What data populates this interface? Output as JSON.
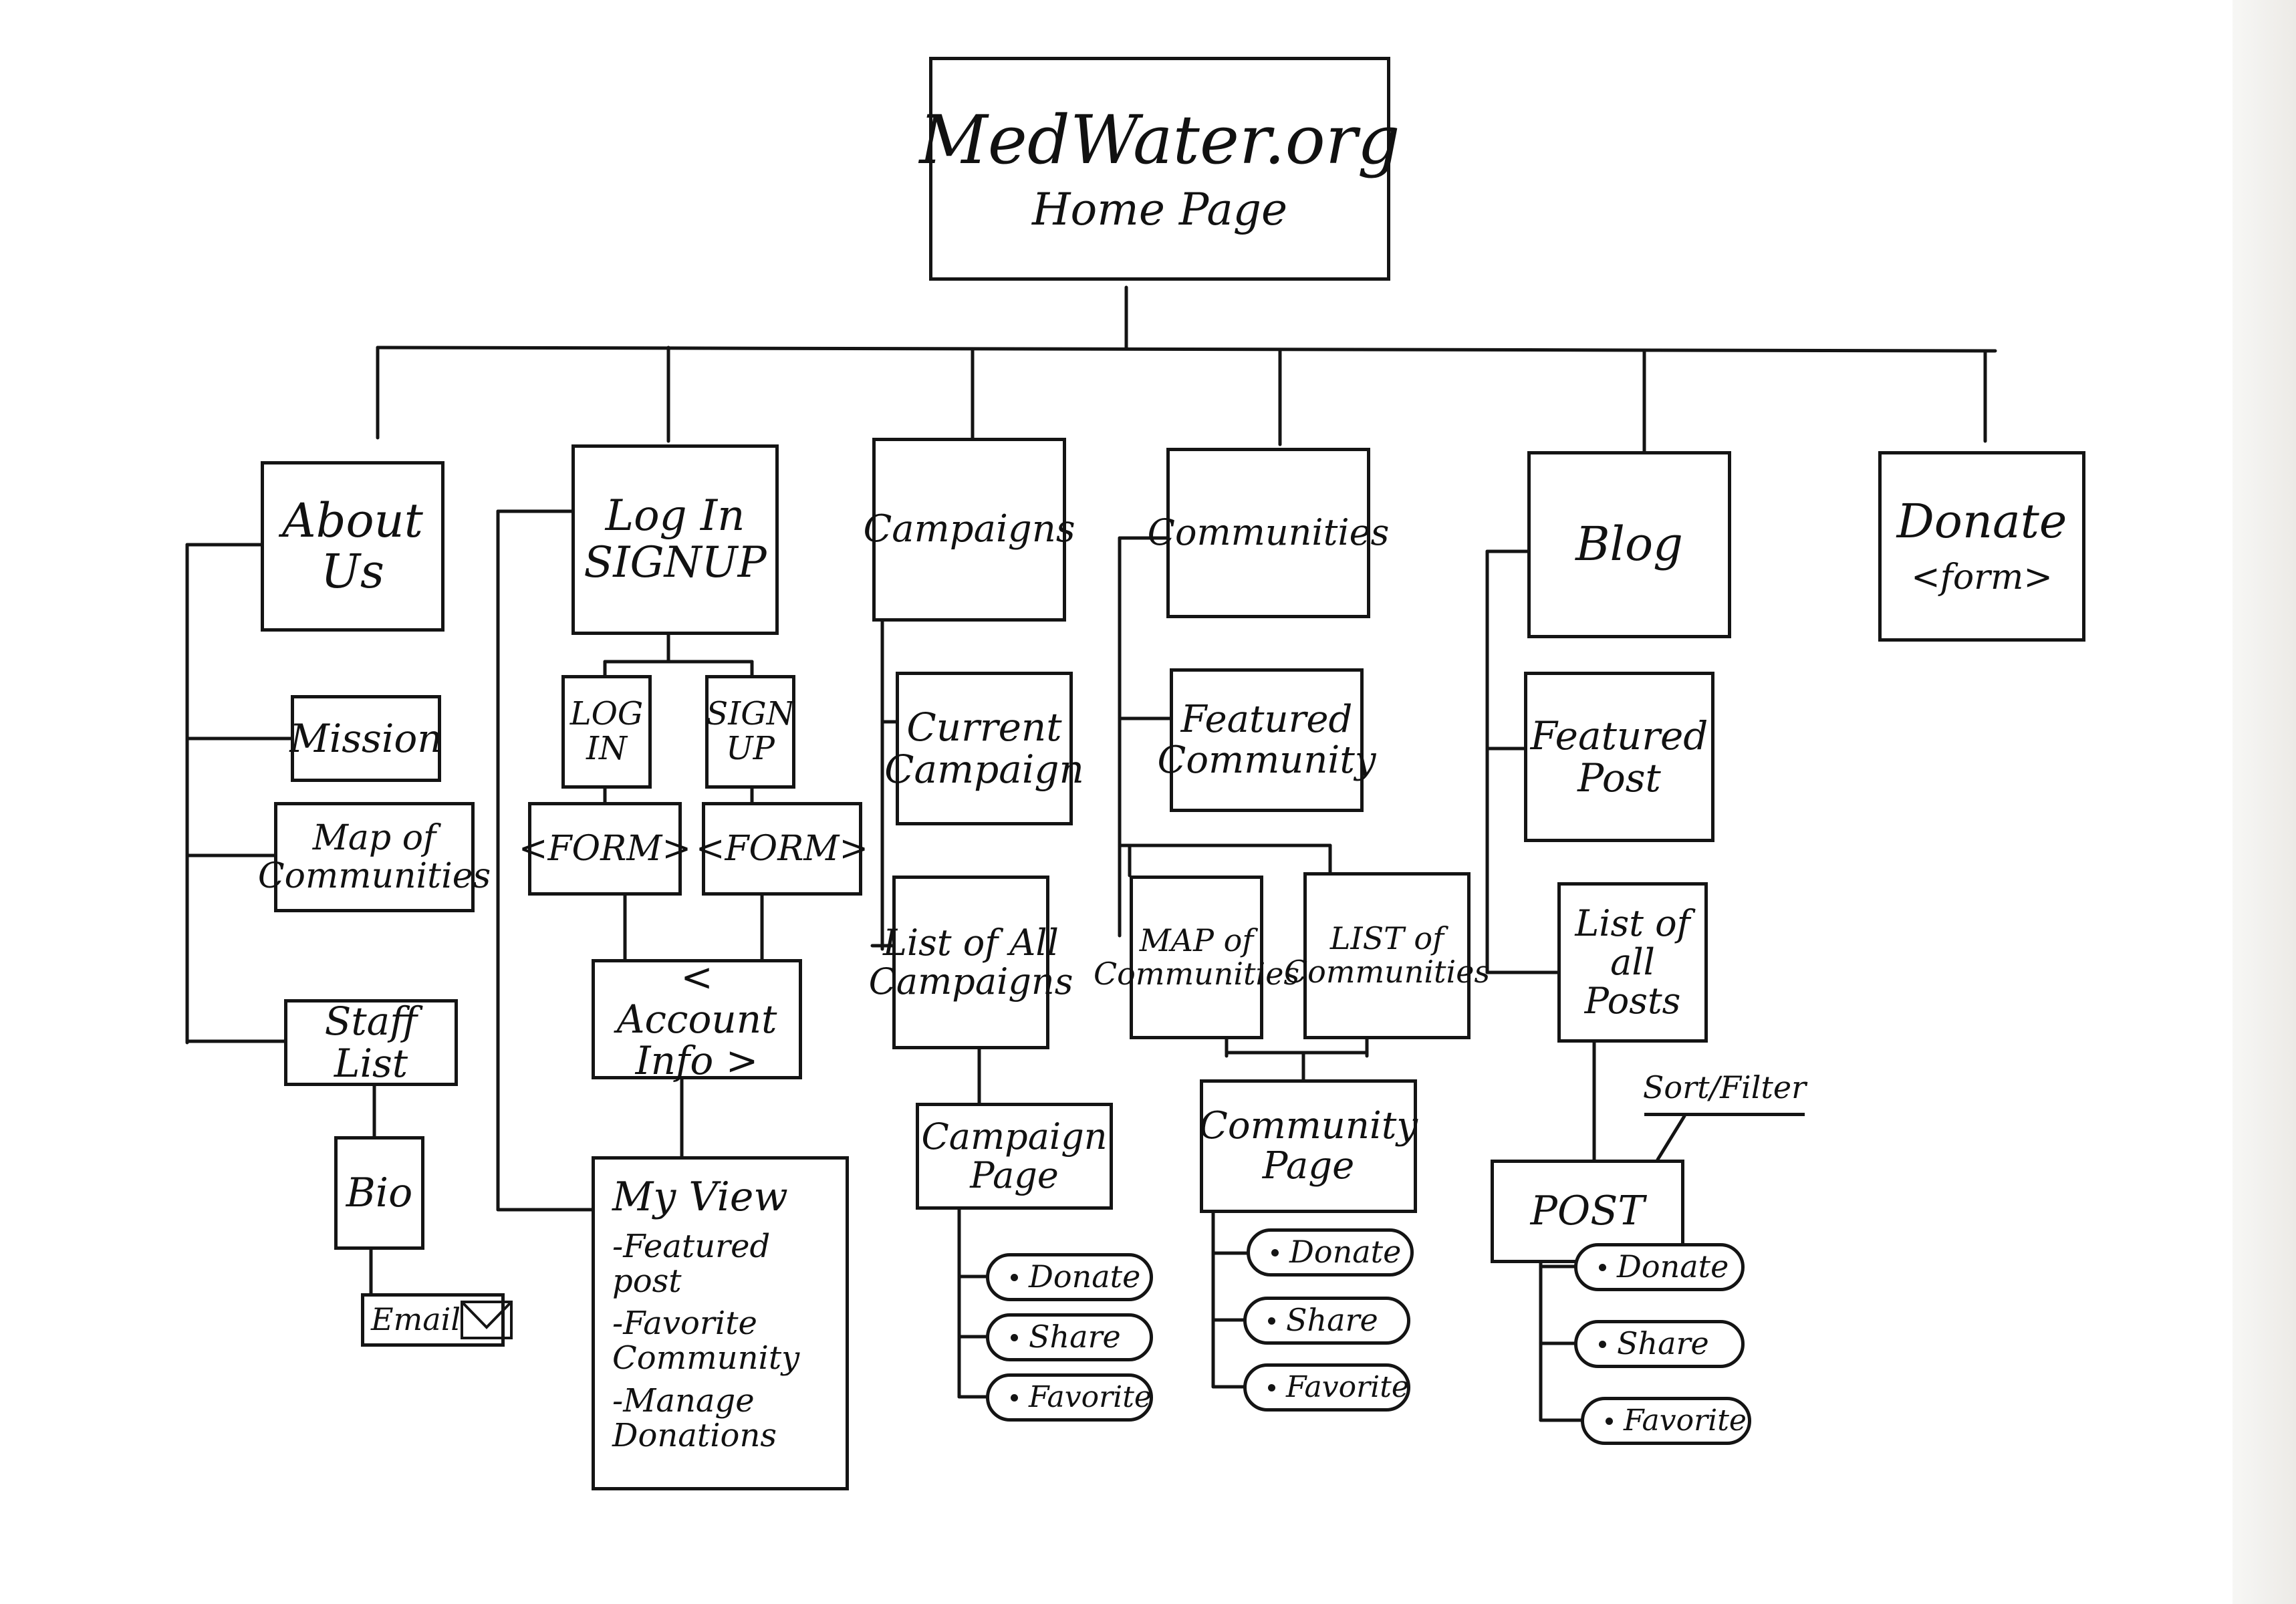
{
  "home": {
    "title": "MedWater.org",
    "subtitle": "Home Page"
  },
  "about": {
    "title": "About Us",
    "mission": "Mission",
    "map": "Map of Communities",
    "staff": "Staff List",
    "bio": "Bio",
    "email": "Email"
  },
  "login": {
    "title": "Log In SIGNUP",
    "log_in": "LOG IN",
    "sign_up": "SIGN UP",
    "form_login": "<FORM>",
    "form_signup": "<FORM>",
    "account_info": "< Account Info >",
    "my_view_title": "My View",
    "my_view_items": [
      "-Featured post",
      "-Favorite Community",
      "-Manage Donations"
    ]
  },
  "campaigns": {
    "title": "Campaigns",
    "current": "Current Campaign",
    "list": "List of All Campaigns",
    "page": "Campaign Page",
    "donate": "Donate",
    "share": "Share",
    "favorite": "Favorite"
  },
  "communities": {
    "title": "Communities",
    "featured": "Featured Community",
    "map": "MAP of Communities",
    "list": "LIST of Communities",
    "page": "Community Page",
    "donate": "Donate",
    "share": "Share",
    "favorite": "Favorite"
  },
  "blog": {
    "title": "Blog",
    "featured": "Featured Post",
    "list": "List of all Posts",
    "sort": "Sort/Filter",
    "post": "POST",
    "donate": "Donate",
    "share": "Share",
    "favorite": "Favorite"
  },
  "donate": {
    "title": "Donate",
    "form": "<form>"
  }
}
